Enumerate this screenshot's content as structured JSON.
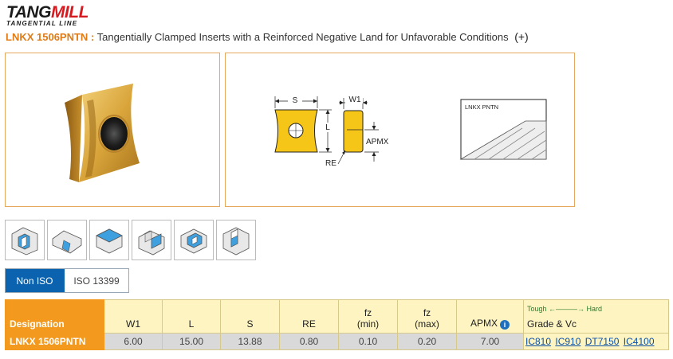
{
  "brand": {
    "name_part1": "TANG",
    "name_part2": "MILL",
    "tagline": "TANGENTIAL LINE"
  },
  "product": {
    "code": "LNKX 1506PNTN :",
    "description": "Tangentially Clamped Inserts with a Reinforced Negative Land for Unfavorable Conditions",
    "expand_label": "(+)"
  },
  "drawing": {
    "labels": {
      "s": "S",
      "l": "L",
      "w1": "W1",
      "re": "RE",
      "apmx": "APMX"
    },
    "profile_title": "LNKX PNTN"
  },
  "standards": {
    "tabs": [
      {
        "label": "Non ISO",
        "active": true
      },
      {
        "label": "ISO 13399",
        "active": false
      }
    ]
  },
  "table": {
    "headers": {
      "designation": "Designation",
      "w1": "W1",
      "l": "L",
      "s": "S",
      "re": "RE",
      "fz_min": "fz",
      "fz_min_sub": "(min)",
      "fz_max": "fz",
      "fz_max_sub": "(max)",
      "apmx": "APMX",
      "grade_scale": "Tough ←———→ Hard",
      "grade_title": "Grade & Vc"
    },
    "rows": [
      {
        "designation": "LNKX 1506PNTN",
        "w1": "6.00",
        "l": "15.00",
        "s": "13.88",
        "re": "0.80",
        "fz_min": "0.10",
        "fz_max": "0.20",
        "apmx": "7.00",
        "grades": [
          "IC810",
          "IC910",
          "DT7150",
          "IC4100"
        ]
      }
    ]
  },
  "colors": {
    "accent_orange": "#f39a1e",
    "link_blue": "#0b50a8",
    "active_tab": "#0b63b0",
    "header_yellow": "#fdf4c2",
    "insert_gold": "#f5c518"
  }
}
